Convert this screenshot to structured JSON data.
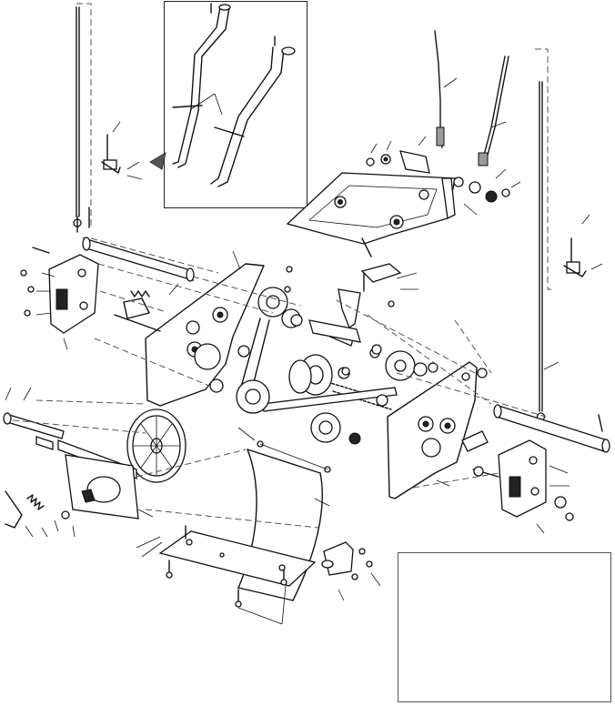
{
  "figure": {
    "kind": "exploded-parts-diagram",
    "inset_panel": {
      "shows": "handle-assembly-detail"
    },
    "note_box": {
      "text": ""
    },
    "parts": [
      "left-handle-rod",
      "right-handle-rod",
      "handle-upper-left",
      "handle-upper-right",
      "shift-rod",
      "cable-assembly",
      "control-plate",
      "left-bearing-housing",
      "right-bearing-housing",
      "hex-shaft",
      "axle-shaft",
      "friction-wheel",
      "drive-plate",
      "sprocket-large",
      "sprocket-small",
      "drive-chain",
      "left-side-panel",
      "right-side-panel",
      "bottom-cover",
      "skid-plate",
      "idler-bracket",
      "idler-spring",
      "bearing",
      "hex-bolt",
      "lock-nut"
    ]
  }
}
